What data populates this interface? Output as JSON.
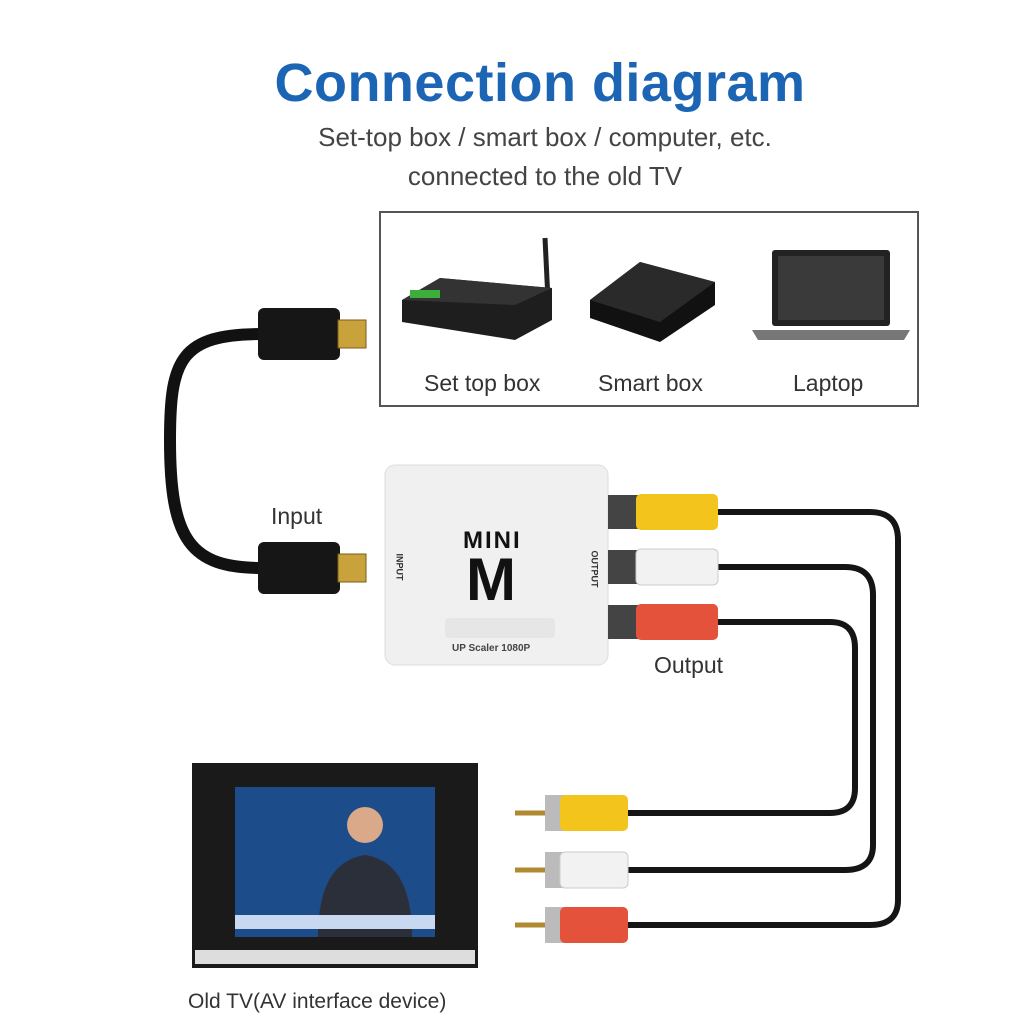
{
  "title": "Connection diagram",
  "subtitle_line1": "Set-top box / smart box / computer, etc.",
  "subtitle_line2": "connected to the old TV",
  "sources": [
    {
      "label": "Set top box"
    },
    {
      "label": "Smart box"
    },
    {
      "label": "Laptop"
    }
  ],
  "input_label": "Input",
  "output_label": "Output",
  "device": {
    "brand": "MINI",
    "logo_letter": "M",
    "model": "UP Scaler 1080P",
    "input_port_label": "INPUT",
    "output_port_label": "OUTPUT"
  },
  "tv_caption": "Old TV(AV interface device)",
  "colors": {
    "title": "#1c64b4",
    "rca_yellow": "#f2c41c",
    "rca_white": "#f2f2f2",
    "rca_red": "#e4523c"
  }
}
